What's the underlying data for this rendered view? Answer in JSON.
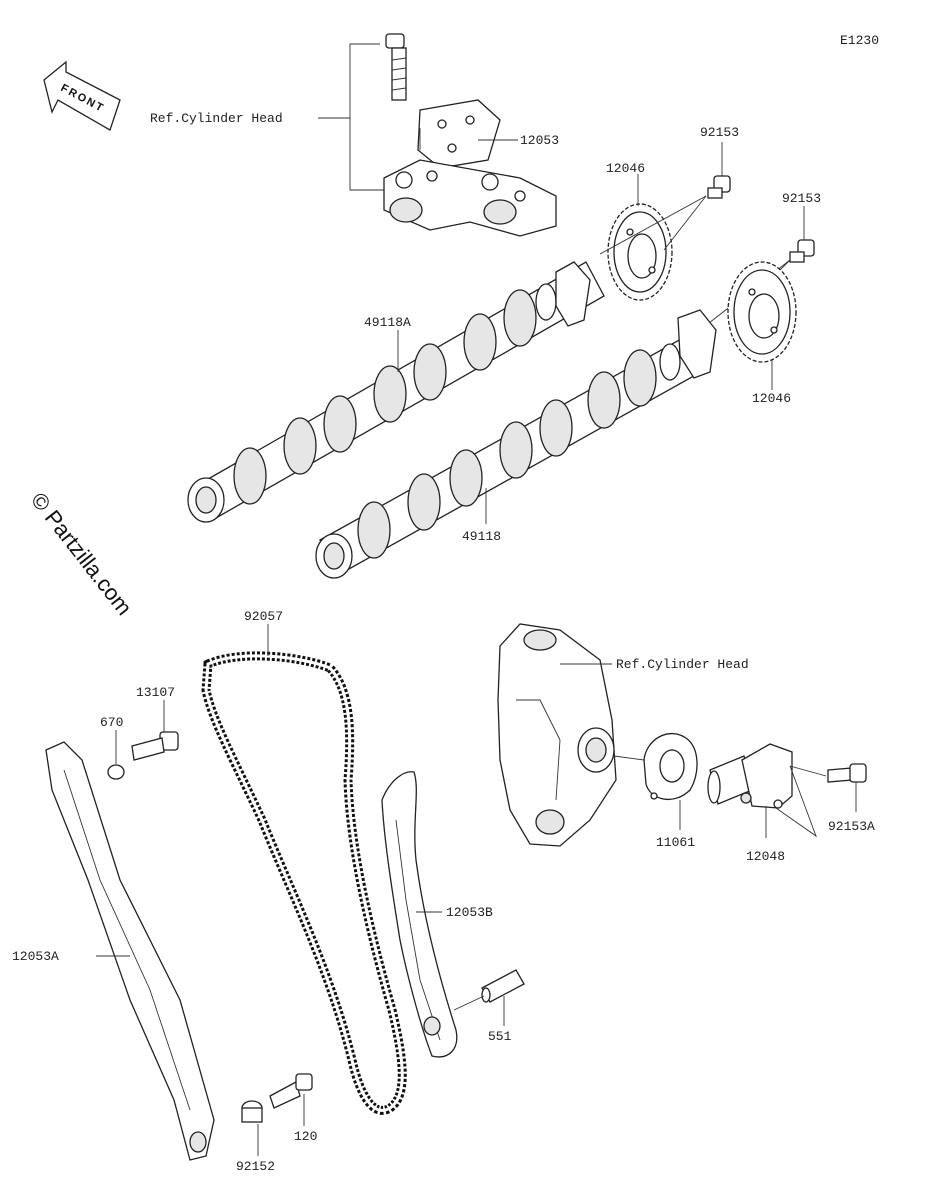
{
  "diagram_code": "E1230",
  "front_label": "FRONT",
  "watermark": "© Partzilla.com",
  "labels": {
    "ref_cylinder_head_top": "Ref.Cylinder Head",
    "ref_cylinder_head_right": "Ref.Cylinder Head",
    "p12053": "12053",
    "p12046_top": "12046",
    "p92153_a": "92153",
    "p92153_b": "92153",
    "p12046_bottom": "12046",
    "p49118A": "49118A",
    "p49118": "49118",
    "p92057": "92057",
    "p13107": "13107",
    "p670": "670",
    "p11061": "11061",
    "p12048": "12048",
    "p92153A": "92153A",
    "p12053B": "12053B",
    "p12053A": "12053A",
    "p551": "551",
    "p120": "120",
    "p92152": "92152"
  }
}
